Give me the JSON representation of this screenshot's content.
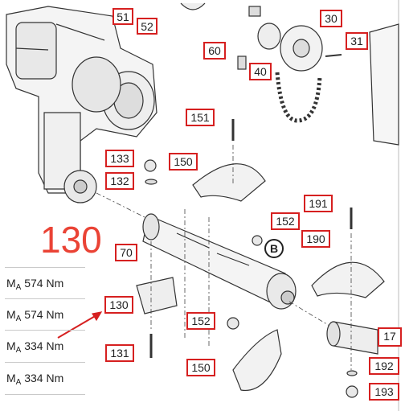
{
  "big_label": "130",
  "circle_label": "B",
  "callouts": [
    {
      "id": "c51",
      "text": "51"
    },
    {
      "id": "c52",
      "text": "52"
    },
    {
      "id": "c30",
      "text": "30"
    },
    {
      "id": "c31",
      "text": "31"
    },
    {
      "id": "c60",
      "text": "60"
    },
    {
      "id": "c40",
      "text": "40"
    },
    {
      "id": "c151",
      "text": "151"
    },
    {
      "id": "c133",
      "text": "133"
    },
    {
      "id": "c132",
      "text": "132"
    },
    {
      "id": "c150a",
      "text": "150"
    },
    {
      "id": "c191",
      "text": "191"
    },
    {
      "id": "c152a",
      "text": "152"
    },
    {
      "id": "c190",
      "text": "190"
    },
    {
      "id": "c70",
      "text": "70"
    },
    {
      "id": "c130",
      "text": "130"
    },
    {
      "id": "c152b",
      "text": "152"
    },
    {
      "id": "c131",
      "text": "131"
    },
    {
      "id": "c150b",
      "text": "150"
    },
    {
      "id": "c17",
      "text": "17"
    },
    {
      "id": "c192",
      "text": "192"
    },
    {
      "id": "c193",
      "text": "193"
    }
  ],
  "torque_table": [
    {
      "symbol": "M",
      "sub": "A",
      "value": "574 Nm"
    },
    {
      "symbol": "M",
      "sub": "A",
      "value": "574 Nm"
    },
    {
      "symbol": "M",
      "sub": "A",
      "value": "334 Nm"
    },
    {
      "symbol": "M",
      "sub": "A",
      "value": "334 Nm"
    }
  ],
  "colors": {
    "callout_border": "#d62020",
    "big_label": "#ea4335",
    "arrow": "#d62020",
    "line_art": "#333333"
  }
}
